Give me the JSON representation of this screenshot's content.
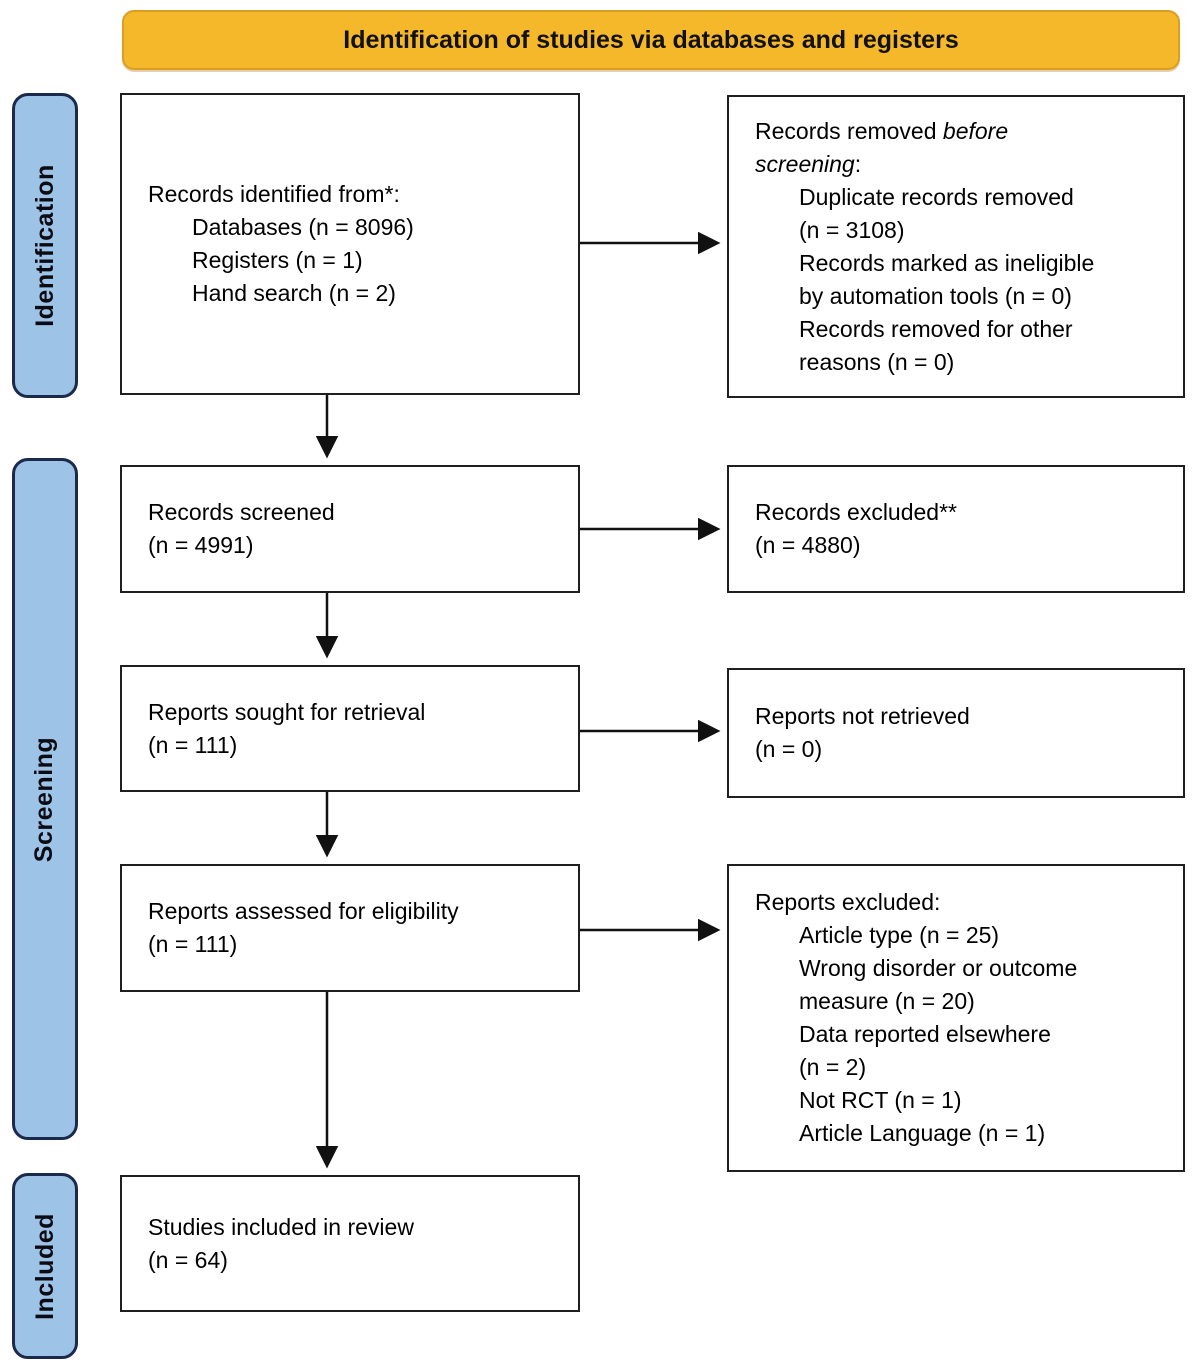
{
  "banner": {
    "label": "Identification of studies via databases and registers"
  },
  "colors": {
    "banner_bg": "#F5B82A",
    "banner_border": "#DA9E22",
    "sidebar_bg": "#9DC3E6",
    "sidebar_border": "#1B2A4A",
    "box_border": "#1F1F1F"
  },
  "sidebar": {
    "identification": "Identification",
    "screening": "Screening",
    "included": "Included"
  },
  "boxes": {
    "records_identified": {
      "lines": [
        {
          "ind": 0,
          "seg": [
            {
              "t": "Records identified from*:"
            }
          ]
        },
        {
          "ind": 1,
          "seg": [
            {
              "t": "Databases (n = 8096)"
            }
          ]
        },
        {
          "ind": 1,
          "seg": [
            {
              "t": "Registers (n = 1)"
            }
          ]
        },
        {
          "ind": 1,
          "seg": [
            {
              "t": "Hand search (n = 2)"
            }
          ]
        }
      ]
    },
    "records_removed": {
      "lines": [
        {
          "ind": 0,
          "seg": [
            {
              "t": "Records removed "
            },
            {
              "t": "before",
              "i": true
            }
          ]
        },
        {
          "ind": 0,
          "seg": [
            {
              "t": "screening",
              "i": true
            },
            {
              "t": ":"
            }
          ]
        },
        {
          "ind": 1,
          "seg": [
            {
              "t": "Duplicate records removed"
            }
          ]
        },
        {
          "ind": 1,
          "seg": [
            {
              "t": "(n = 3108)"
            }
          ]
        },
        {
          "ind": 1,
          "seg": [
            {
              "t": "Records marked as ineligible"
            }
          ]
        },
        {
          "ind": 1,
          "seg": [
            {
              "t": "by automation tools (n = 0)"
            }
          ]
        },
        {
          "ind": 1,
          "seg": [
            {
              "t": "Records removed for other"
            }
          ]
        },
        {
          "ind": 1,
          "seg": [
            {
              "t": "reasons (n = 0)"
            }
          ]
        }
      ]
    },
    "records_screened": {
      "lines": [
        {
          "ind": 0,
          "seg": [
            {
              "t": "Records screened"
            }
          ]
        },
        {
          "ind": 0,
          "seg": [
            {
              "t": "(n = 4991)"
            }
          ]
        }
      ]
    },
    "records_excluded": {
      "lines": [
        {
          "ind": 0,
          "seg": [
            {
              "t": "Records excluded**"
            }
          ]
        },
        {
          "ind": 0,
          "seg": [
            {
              "t": "(n = 4880)"
            }
          ]
        }
      ]
    },
    "reports_sought": {
      "lines": [
        {
          "ind": 0,
          "seg": [
            {
              "t": "Reports sought for retrieval"
            }
          ]
        },
        {
          "ind": 0,
          "seg": [
            {
              "t": "(n = 111)"
            }
          ]
        }
      ]
    },
    "reports_not_retrieved": {
      "lines": [
        {
          "ind": 0,
          "seg": [
            {
              "t": "Reports not retrieved"
            }
          ]
        },
        {
          "ind": 0,
          "seg": [
            {
              "t": "(n = 0)"
            }
          ]
        }
      ]
    },
    "reports_assessed": {
      "lines": [
        {
          "ind": 0,
          "seg": [
            {
              "t": "Reports assessed for eligibility"
            }
          ]
        },
        {
          "ind": 0,
          "seg": [
            {
              "t": "(n = 111)"
            }
          ]
        }
      ]
    },
    "reports_excluded": {
      "lines": [
        {
          "ind": 0,
          "seg": [
            {
              "t": "Reports excluded:"
            }
          ]
        },
        {
          "ind": 1,
          "seg": [
            {
              "t": "Article type (n = 25)"
            }
          ]
        },
        {
          "ind": 1,
          "seg": [
            {
              "t": "Wrong disorder or outcome"
            }
          ]
        },
        {
          "ind": 1,
          "seg": [
            {
              "t": "measure (n = 20)"
            }
          ]
        },
        {
          "ind": 1,
          "seg": [
            {
              "t": "Data reported elsewhere"
            }
          ]
        },
        {
          "ind": 1,
          "seg": [
            {
              "t": "(n = 2)"
            }
          ]
        },
        {
          "ind": 1,
          "seg": [
            {
              "t": "Not RCT (n = 1)"
            }
          ]
        },
        {
          "ind": 1,
          "seg": [
            {
              "t": "Article Language (n = 1)"
            }
          ]
        }
      ]
    },
    "studies_included": {
      "lines": [
        {
          "ind": 0,
          "seg": [
            {
              "t": "Studies included in review"
            }
          ]
        },
        {
          "ind": 0,
          "seg": [
            {
              "t": "(n = 64)"
            }
          ]
        }
      ]
    }
  }
}
